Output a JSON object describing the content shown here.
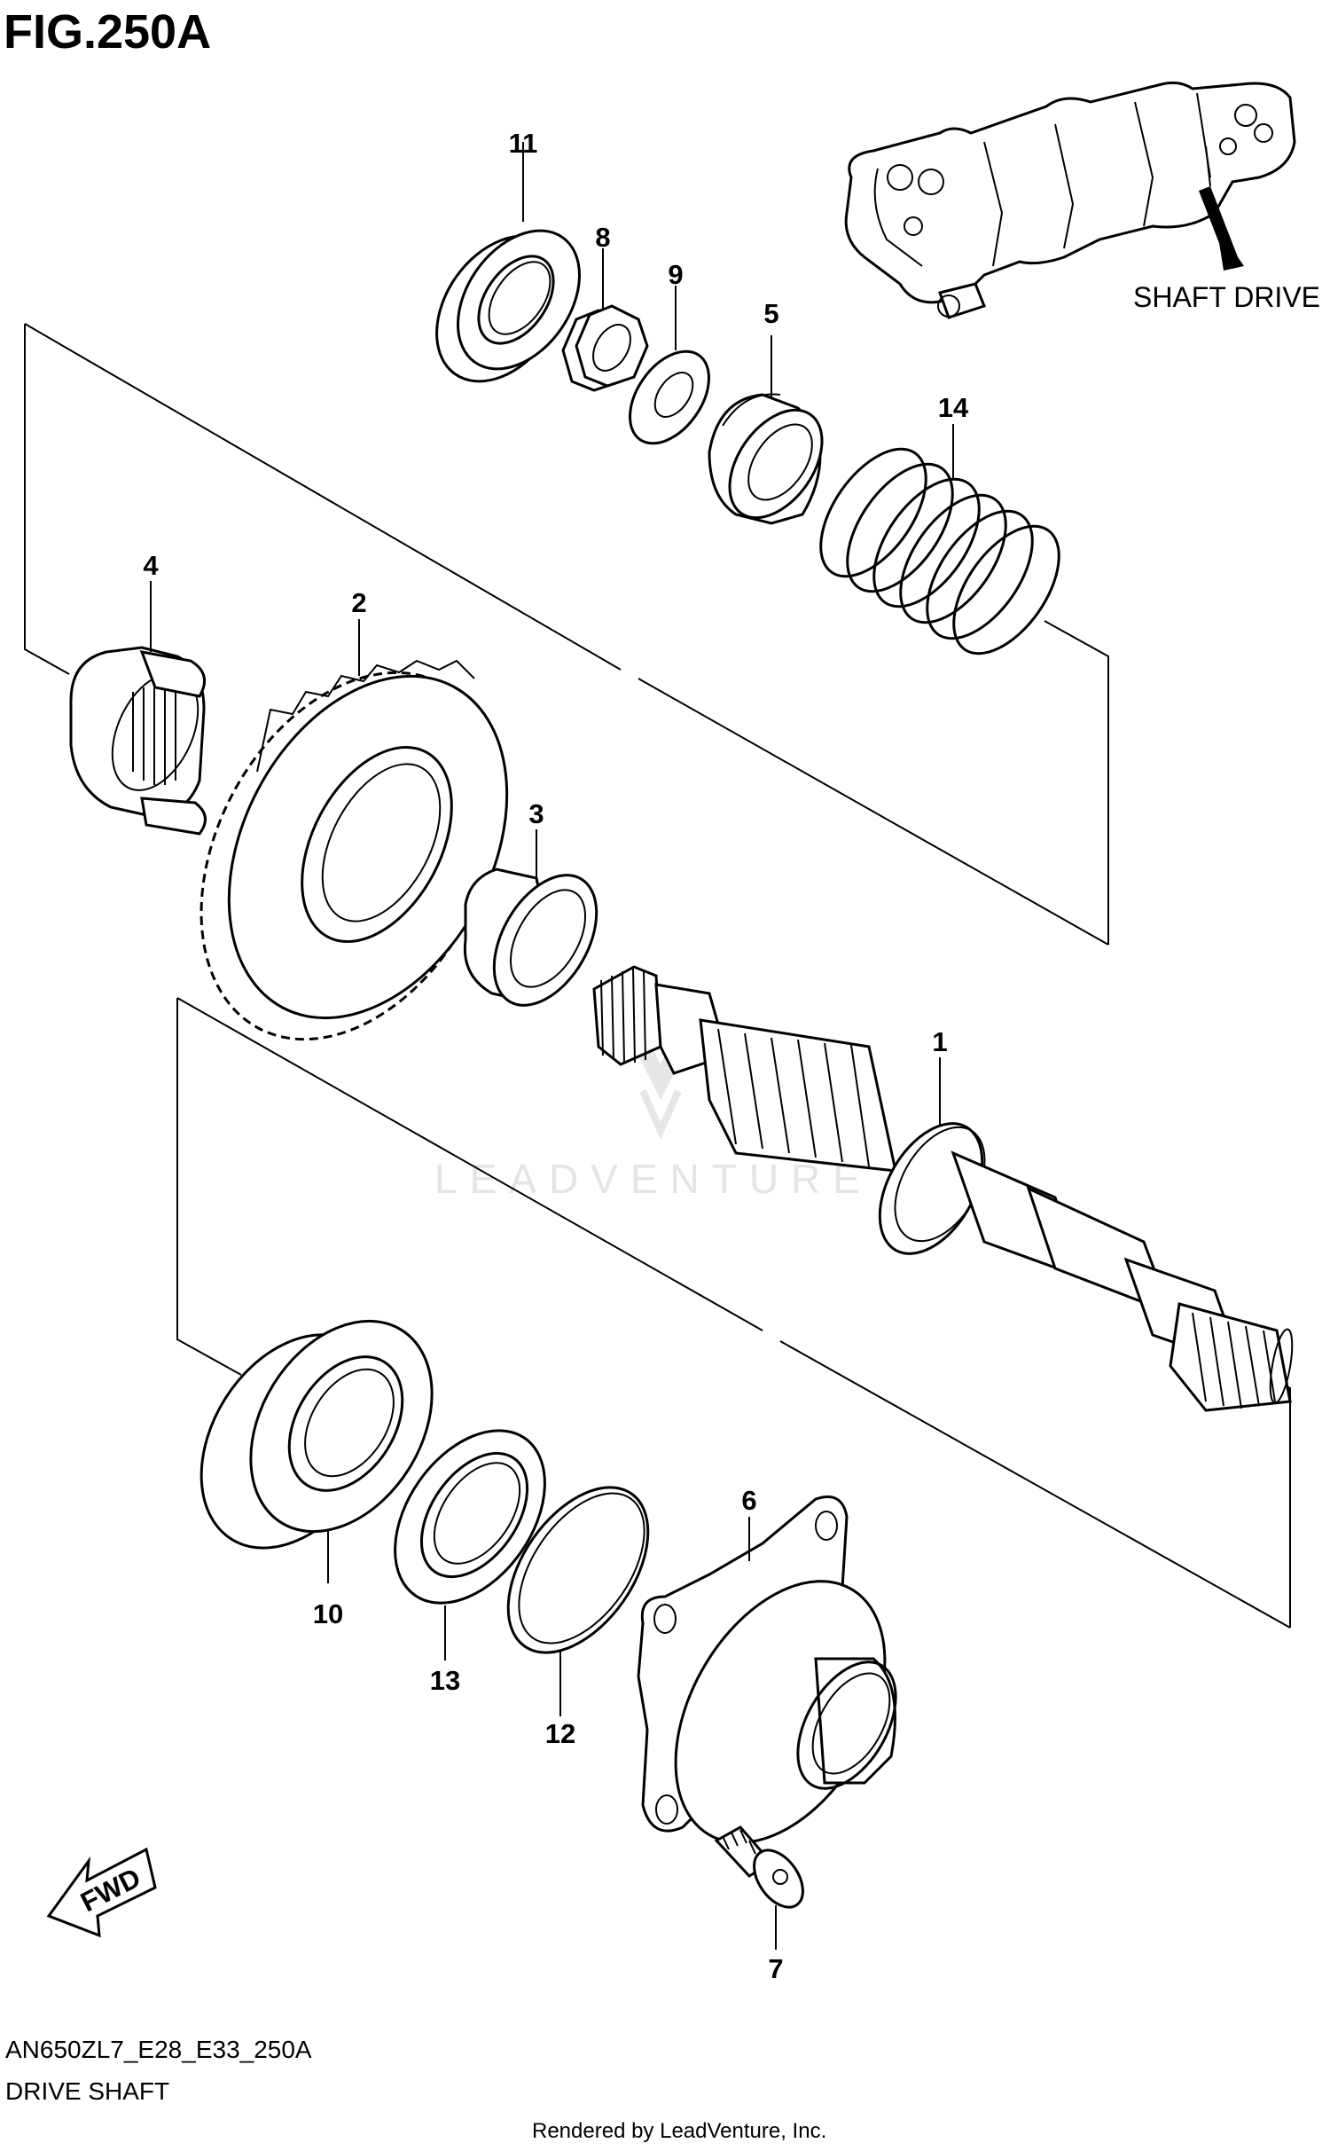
{
  "figure_title": "FIG.250A",
  "diagram_code": "AN650ZL7_E28_E33_250A",
  "diagram_name": "DRIVE SHAFT",
  "rendered_by": "Rendered by LeadVenture, Inc.",
  "watermark": "LEADVENTURE",
  "inset_label": "SHAFT DRIVE",
  "fwd_label": "FWD",
  "parts": [
    {
      "id": "1",
      "label": "1"
    },
    {
      "id": "2",
      "label": "2"
    },
    {
      "id": "3",
      "label": "3"
    },
    {
      "id": "4",
      "label": "4"
    },
    {
      "id": "5",
      "label": "5"
    },
    {
      "id": "6",
      "label": "6"
    },
    {
      "id": "7",
      "label": "7"
    },
    {
      "id": "8",
      "label": "8"
    },
    {
      "id": "9",
      "label": "9"
    },
    {
      "id": "10",
      "label": "10"
    },
    {
      "id": "11",
      "label": "11"
    },
    {
      "id": "12",
      "label": "12"
    },
    {
      "id": "13",
      "label": "13"
    },
    {
      "id": "14",
      "label": "14"
    }
  ]
}
